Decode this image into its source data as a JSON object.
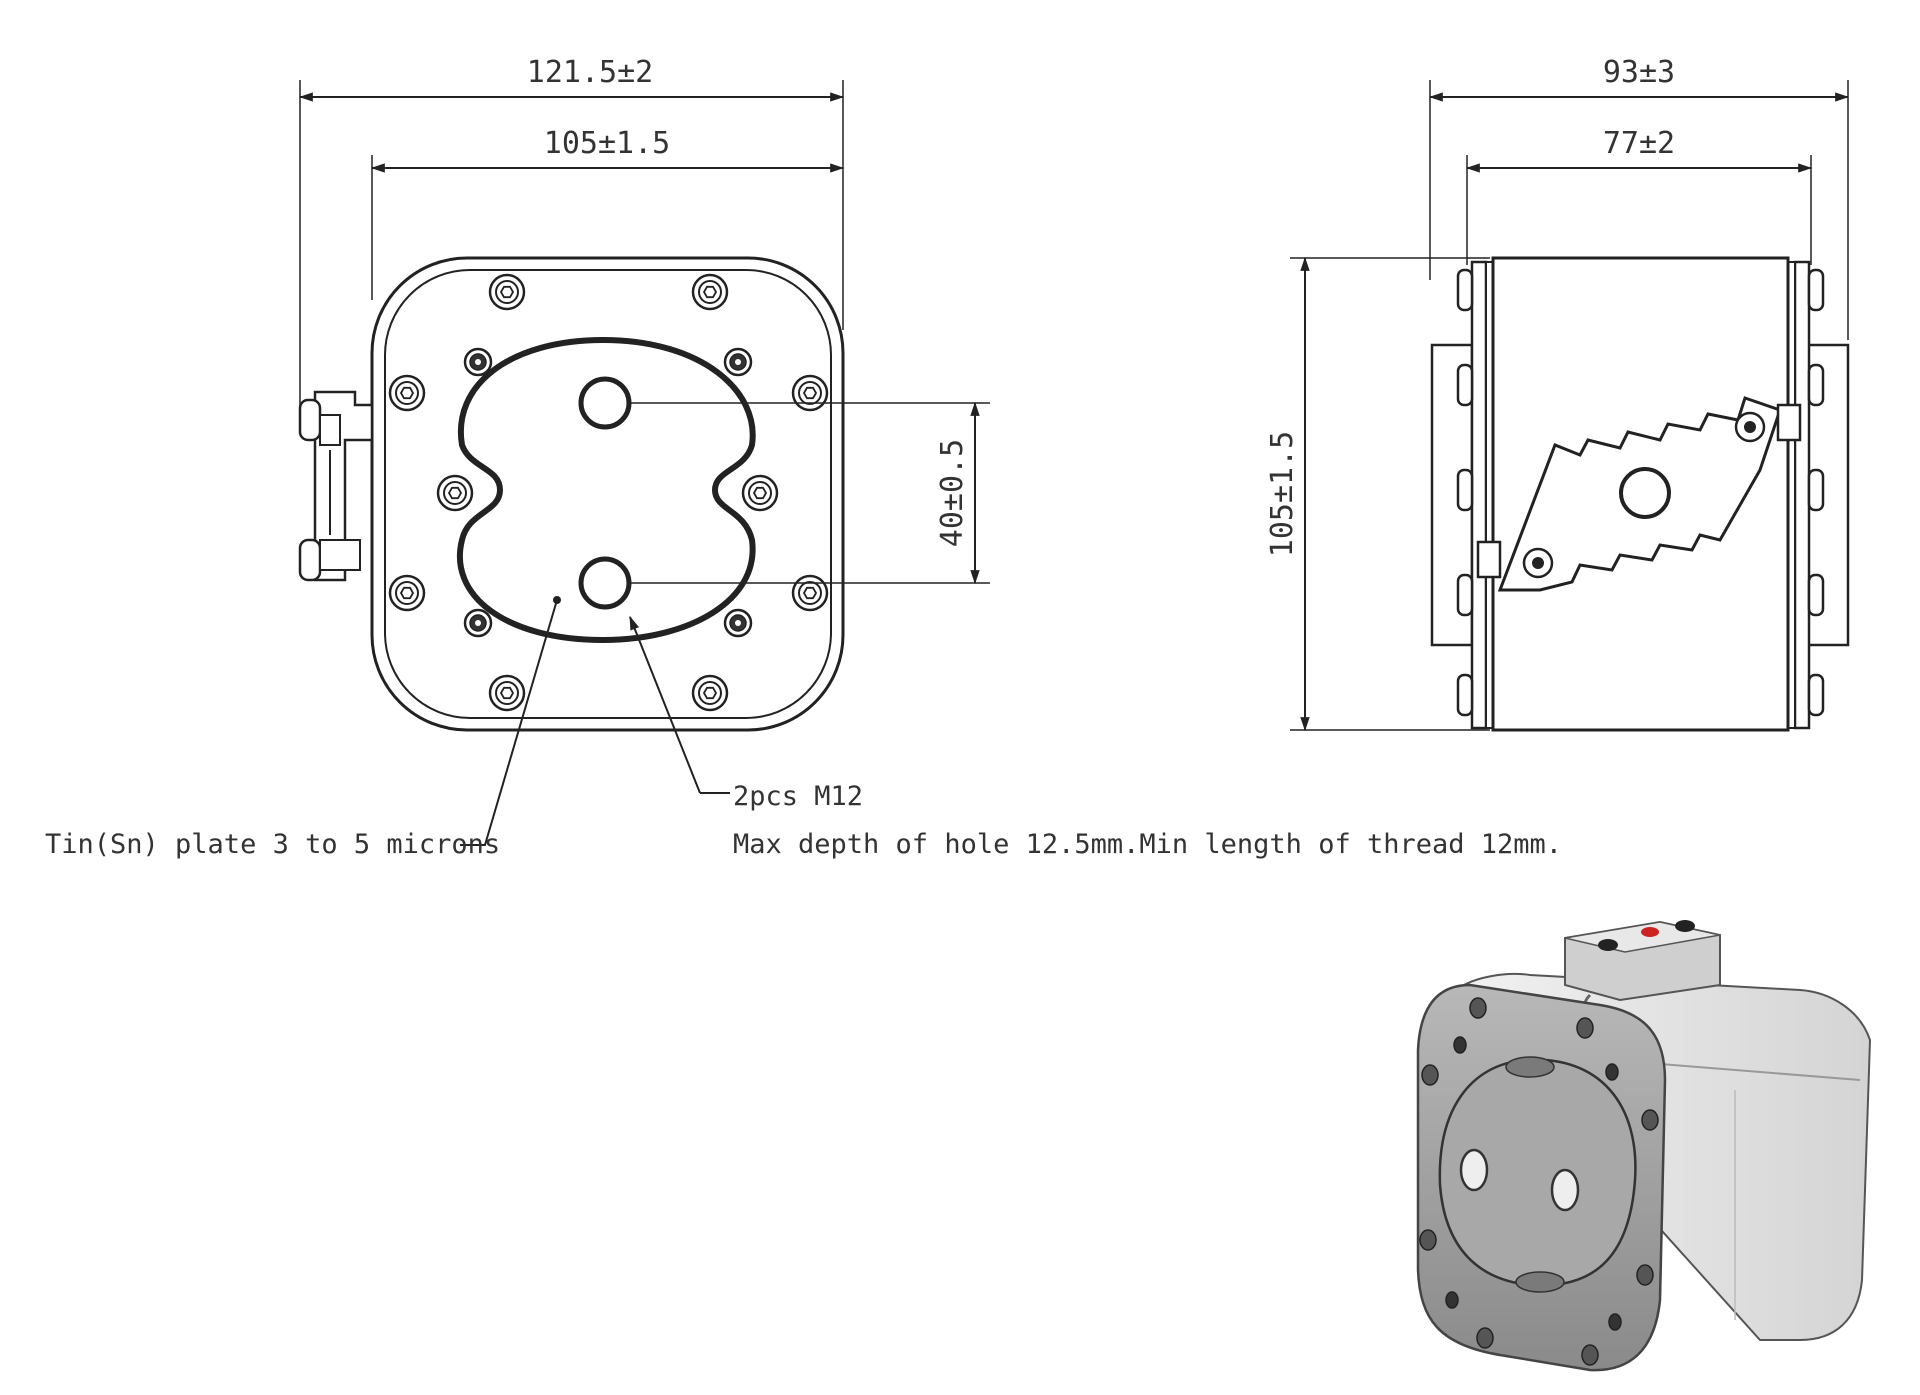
{
  "dimensions": {
    "front_overall_width": "121.5±2",
    "front_body_width": "105±1.5",
    "hole_spacing": "40±0.5",
    "side_overall_width": "93±3",
    "side_body_width": "77±2",
    "side_height": "105±1.5"
  },
  "callouts": {
    "plating": "Tin(Sn) plate 3 to 5 microns",
    "thread_title": "2pcs M12",
    "thread_detail": "Max depth of hole 12.5mm.Min length of thread 12mm."
  },
  "colors": {
    "line": "#222222",
    "text": "#333333",
    "render_body": "#e2e2e2",
    "render_face": "#9a9a9a",
    "indicator": "#cc2222"
  }
}
